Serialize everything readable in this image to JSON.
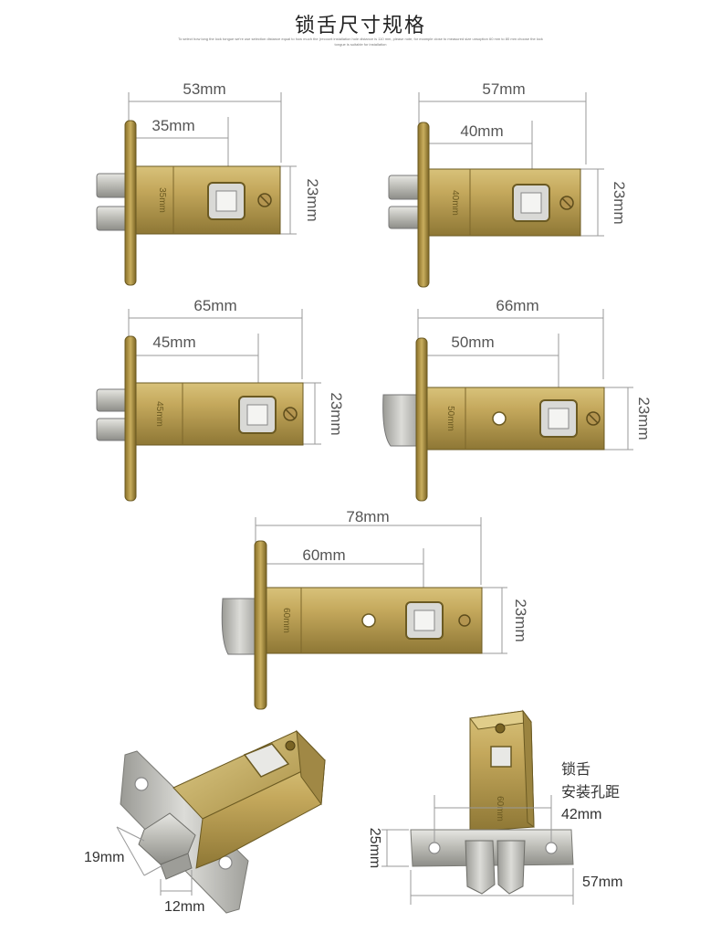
{
  "header": {
    "title": "锁舌尺寸规格",
    "subtitle": "To select how long the lock tongue we're use selection distance equal to how much the (recount installation hole distance is 110 mm, please note, for example close to measured size unsoption 60 mm to 80 mm choose the lock tongue is suitable for installation"
  },
  "latches": [
    {
      "id": "53",
      "total": "53mm",
      "center": "35mm",
      "height": "23mm",
      "stamp": "35mm"
    },
    {
      "id": "57",
      "total": "57mm",
      "center": "40mm",
      "height": "23mm",
      "stamp": "40mm"
    },
    {
      "id": "65",
      "total": "65mm",
      "center": "45mm",
      "height": "23mm",
      "stamp": "45mm"
    },
    {
      "id": "66",
      "total": "66mm",
      "center": "50mm",
      "height": "23mm",
      "stamp": "50mm"
    },
    {
      "id": "78",
      "total": "78mm",
      "center": "60mm",
      "height": "23mm",
      "stamp": "60mm"
    }
  ],
  "detail_left": {
    "tongue_width": "19mm",
    "tongue_thickness": "12mm"
  },
  "detail_right": {
    "label_line1": "锁舌",
    "label_line2": "安装孔距",
    "hole_spacing": "42mm",
    "plate_height": "25mm",
    "plate_length": "57mm",
    "stamp": "60mm"
  },
  "colors": {
    "brass_light": "#c8ad62",
    "brass_dark": "#8a7330",
    "steel": "#c9c9c4",
    "dimension_line": "#9a9a9a"
  }
}
